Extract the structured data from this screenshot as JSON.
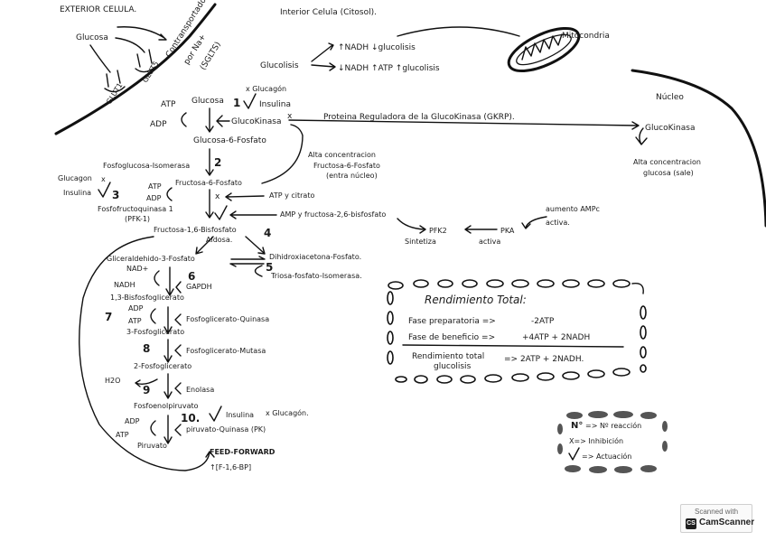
{
  "header": {
    "exterior": "EXTERIOR CELULA.",
    "interior": "Interior Celula (Citosol)."
  },
  "transport": {
    "glucosa": "Glucosa",
    "glut1": "GLUT1",
    "glut5": "GLUT5",
    "contransportador": "Contransportador",
    "por_na": "por Na+",
    "sglts": "(SGLTS)"
  },
  "glucolisis_regulation": {
    "glucolisis": "Glucolisis",
    "nadh_up": "↑NADH ↓glucolisis",
    "nadh_down": "↓NADH ↑ATP ↑glucolisis",
    "mitocondria": "Mitocondria"
  },
  "nucleus": {
    "nucleo": "Núcleo",
    "glucokinasa": "GlucoKinasa",
    "alta_1": "Alta concentracion",
    "alta_2": "glucosa (sale)"
  },
  "pathway": {
    "atp": "ATP",
    "glucosa": "Glucosa",
    "adp": "ADP",
    "glucokinasa": "GlucoKinasa",
    "x_glucagon": "x Glucagón",
    "insulina": "Insulina",
    "step1": "1",
    "gkrp": "Proteina Reguladora de la GlucoKinasa (GKRP).",
    "g6p": "Glucosa-6-Fosfato",
    "isomerasa": "Fosfoglucosa-Isomerasa",
    "step2": "2",
    "f6p": "Fructosa-6-Fosfato",
    "alta_f6p_1": "Alta concentracion",
    "alta_f6p_2": "Fructosa-6-Fosfato",
    "alta_f6p_3": "(entra núcleo)",
    "glucagon_left": "Glucagon",
    "x_left": "x",
    "insulina_left": "Insulina",
    "step3": "3",
    "atp3": "ATP",
    "adp3": "ADP",
    "pfk1": "Fosfofructoquinasa 1",
    "pfk1_abbr": "(PFK-1)",
    "x_mark": "x",
    "atp_citrato": "ATP y citrato",
    "amp_f26": "AMP y fructosa-2,6-bisfosfato",
    "f16bp": "Fructosa-1,6-Bisfosfato",
    "step4": "4",
    "aldosa": "Aldosa.",
    "pfk2": "PFK2",
    "pka": "PKA",
    "aumento_ampc": "aumento AMPc",
    "activa_1": "activa.",
    "sintetiza": "Sintetiza",
    "activa_2": "activa",
    "g3p": "Gliceraldehido-3-Fosfato",
    "dhap": "Dihidroxiacetona-Fosfato.",
    "step5": "5",
    "triosa": "Triosa-fosfato-Isomerasa.",
    "nad": "NAD+",
    "nadh": "NADH",
    "step6": "6",
    "gapdh": "GAPDH",
    "bpg13": "1,3-Bisfosfoglicerato",
    "adp7": "ADP",
    "step7": "7",
    "atp7": "ATP",
    "pgk": "Fosfoglicerato-Quinasa",
    "pg3": "3-Fosfoglicerato",
    "step8": "8",
    "pgm": "Fosfoglicerato-Mutasa",
    "pg2": "2-Fosfoglicerato",
    "h2o": "H2O",
    "step9": "9",
    "enolasa": "Enolasa",
    "pep": "Fosfoenolpiruvato",
    "step10": "10.",
    "insulina10": "Insulina",
    "x_glucagon10": "x Glucagón.",
    "adp10": "ADP",
    "atp10": "ATP",
    "pk": "piruvato-Quinasa (PK)",
    "piruvato": "Piruvato",
    "feed": "FEED-FORWARD",
    "feed_sub": "↑[F-1,6-BP]"
  },
  "rendimiento": {
    "title": "Rendimiento Total:",
    "prep_label": "Fase preparatoria =>",
    "prep_value": "-2ATP",
    "benef_label": "Fase de beneficio =>",
    "benef_value": "+4ATP + 2NADH",
    "total_label_1": "Rendimiento total",
    "total_label_2": "glucolisis",
    "total_value": "=> 2ATP + 2NADH."
  },
  "legend": {
    "reaction": "=> Nº reacción",
    "inhibition": "X=> Inhibición",
    "activation": "=> Actuación"
  },
  "scanner": {
    "scanned_with": "Scanned with",
    "name": "CamScanner"
  }
}
